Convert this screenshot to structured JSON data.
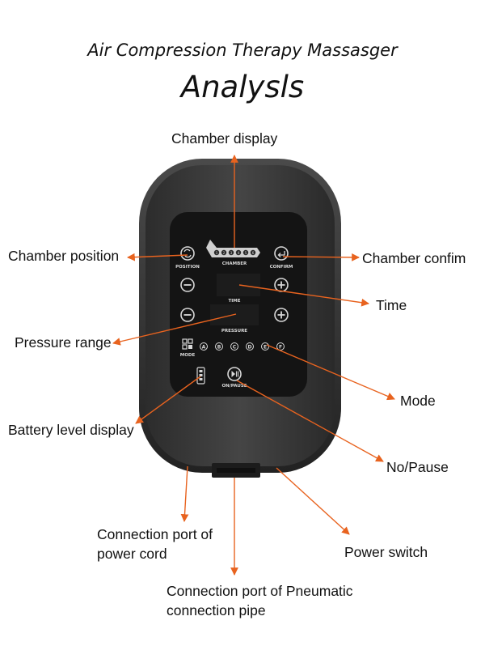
{
  "header": {
    "title": "Air Compression Therapy Massasger",
    "subtitle": "Analysls"
  },
  "colors": {
    "arrow": "#e8631f",
    "device_body": "#3a3a3a",
    "panel": "#141414",
    "panel_text": "#d8d8d8"
  },
  "callouts": {
    "chamber_display": "Chamber display",
    "chamber_position": "Chamber position",
    "chamber_confirm": "Chamber confim",
    "time": "Time",
    "pressure_range": "Pressure range",
    "mode": "Mode",
    "battery_level": "Battery level display",
    "on_pause": "No/Pause",
    "power_cord_port_line1": "Connection port of",
    "power_cord_port_line2": "power cord",
    "power_switch": "Power switch",
    "pneumatic_port_line1": "Connection port of  Pneumatic",
    "pneumatic_port_line2": "connection pipe"
  },
  "panel": {
    "position_label": "POSITION",
    "chamber_label": "CHAMBER",
    "confirm_label": "CONFIRM",
    "time_label": "TIME",
    "pressure_label": "PRESSURE",
    "mode_label": "MODE",
    "onpause_label": "ON/PAUSE",
    "mode_letters": [
      "A",
      "B",
      "C",
      "D",
      "E",
      "F"
    ],
    "chamber_indicators": [
      "1",
      "2",
      "3",
      "4",
      "5",
      "6"
    ]
  },
  "icons": {
    "position_button": "cycle-icon",
    "confirm_button": "return-icon",
    "minus_button": "minus-icon",
    "plus_button": "plus-icon",
    "mode_button": "grid-icon",
    "battery": "battery-icon",
    "onpause_button": "play-pause-icon"
  }
}
